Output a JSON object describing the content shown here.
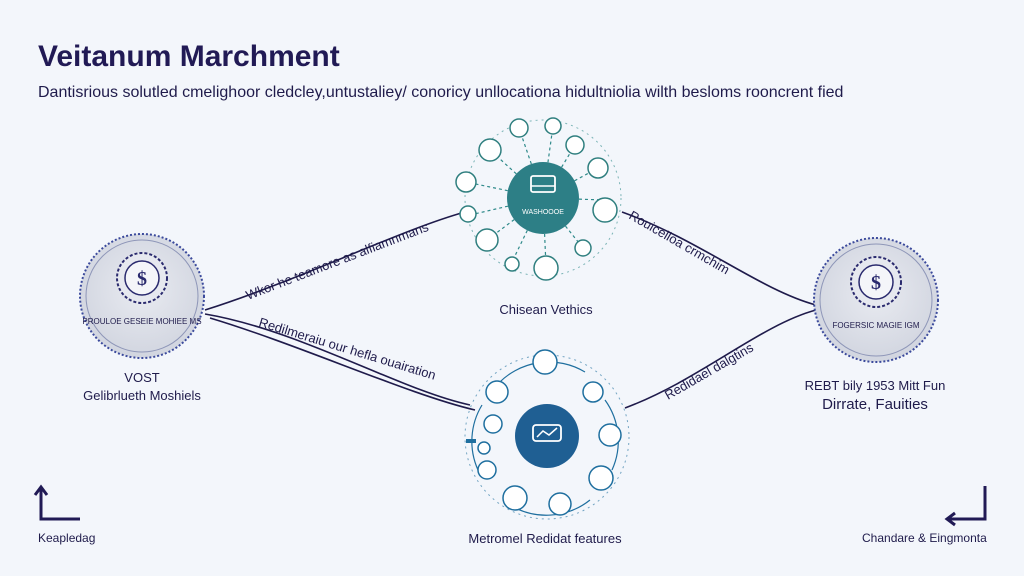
{
  "header": {
    "title": "Veitanum Marchment",
    "subtitle": "Dantisrious solutled cmelighoor cledcley,untustaliey/ conoricy unllocationa hidultniolia  wilth besloms rooncrent fied"
  },
  "nodes": {
    "left": {
      "badge_text": "PROULOE GESEIE MOHIEE MS",
      "label_top": "VOST",
      "label_bottom": "Gelibrlueth Moshiels"
    },
    "right": {
      "badge_text": "FOGERSIC MAGIE IGM",
      "label_top": "REBT bily 1953 Mitt Fun",
      "label_bottom": "Dirrate, Fauities"
    },
    "top_hub": {
      "center_text": "WASHOOOE",
      "label": "Chisean Vethics"
    },
    "bottom_hub": {
      "label": "Metromel Redidat features"
    }
  },
  "connectors": {
    "left_top": "Wkor he teamore as alfiamnmans",
    "left_bottom": "Redilmeraiu our hefla ouairation",
    "right_top": "Rouicelloa crmchim",
    "right_bottom": "Redidael dalgtins"
  },
  "corners": {
    "bottom_left": "Keapledag",
    "bottom_right": "Chandare & Eingmonta"
  },
  "colors": {
    "navy": "#211a55",
    "teal": "#2f8a8a",
    "blue": "#1f6f9f",
    "badge_fill": "#d7dae3"
  }
}
